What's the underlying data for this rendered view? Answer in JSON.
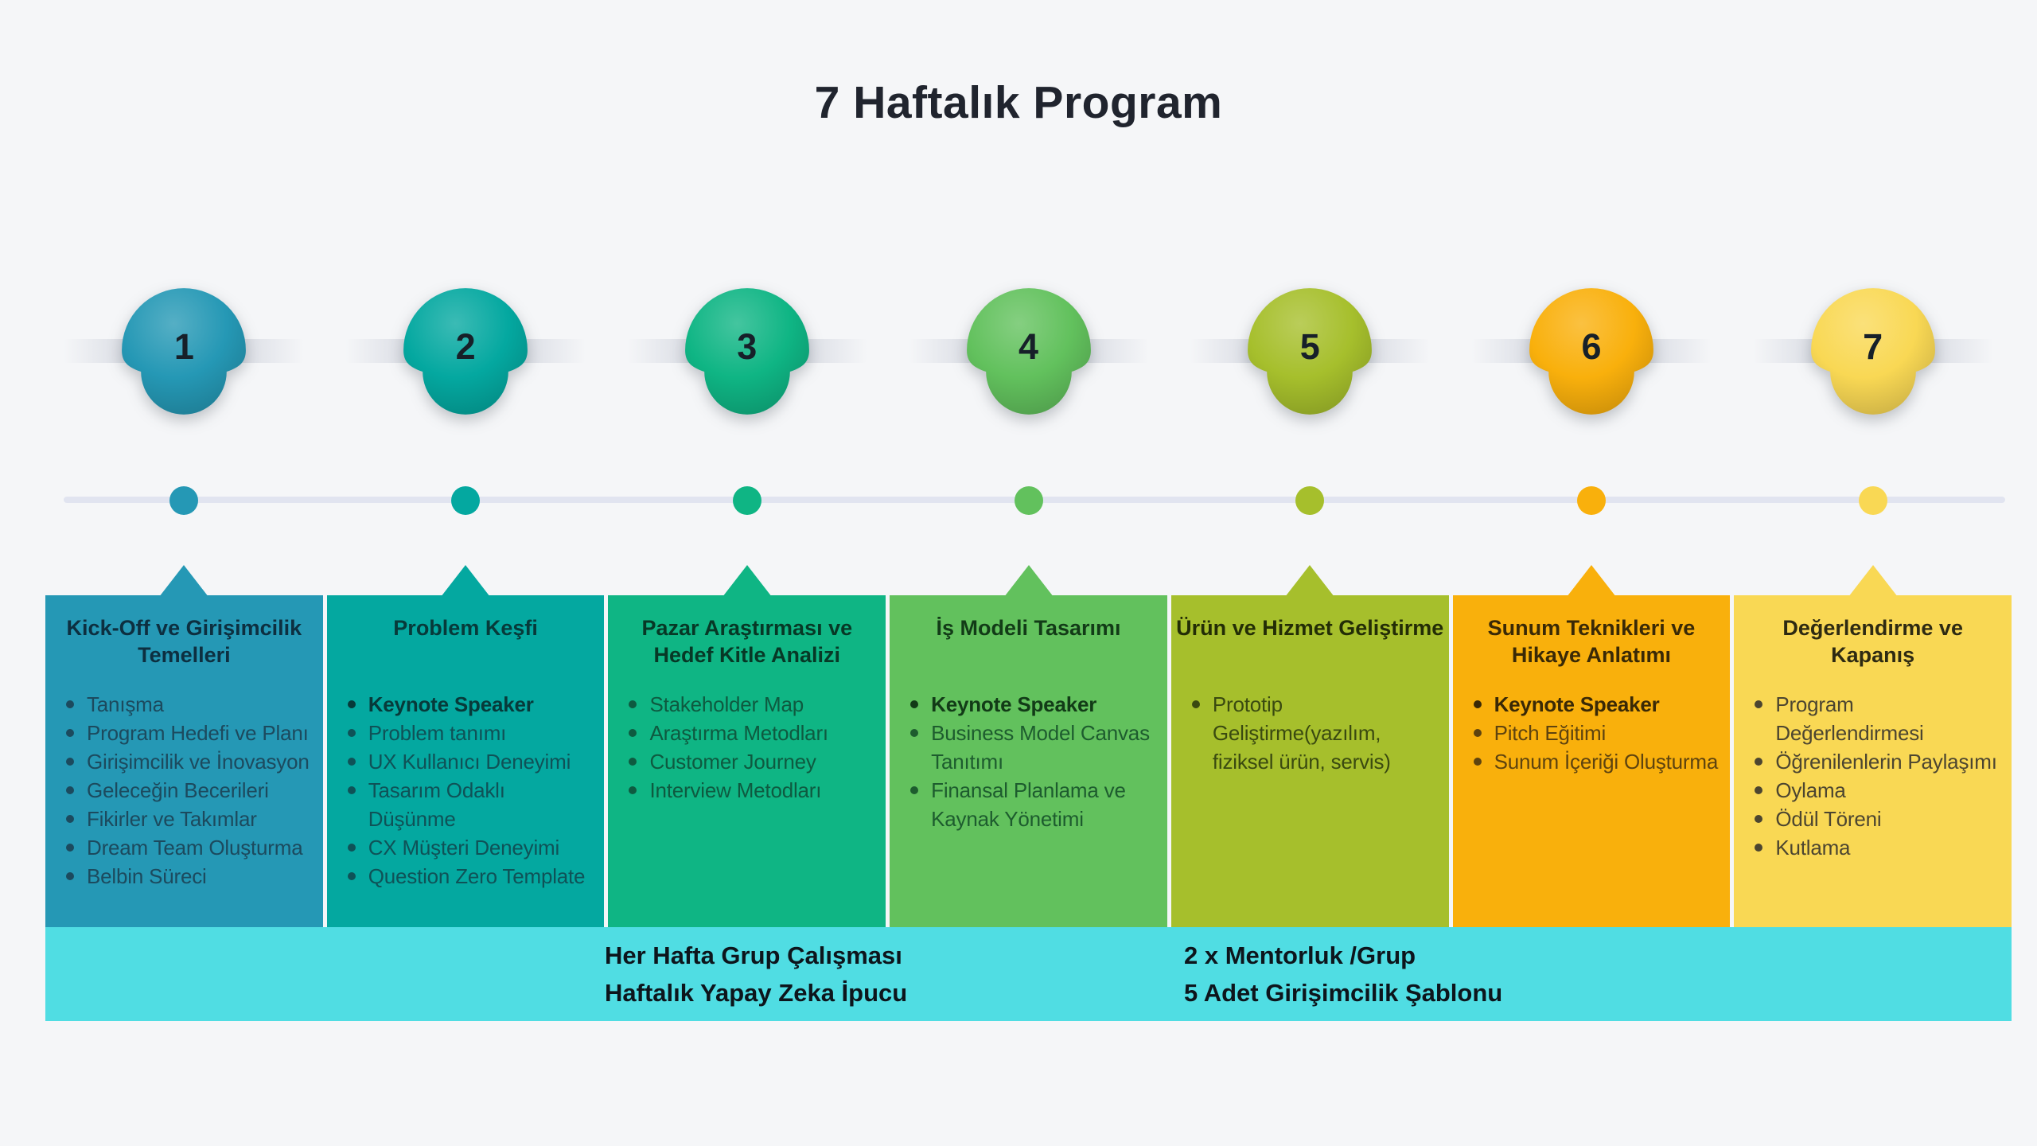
{
  "title": "7 Haftalık Program",
  "background": "#f5f6f8",
  "timeline": {
    "line_color": "#e1e4f0"
  },
  "weeks": [
    {
      "number": "1",
      "color": "#2598b5",
      "heading_color": "#0d2f40",
      "item_color": "#1c4a5e",
      "title": "Kick-Off ve Girişimcilik Temelleri",
      "items": [
        {
          "text": "Tanışma",
          "bold": false
        },
        {
          "text": "Program Hedefi ve Planı",
          "bold": false
        },
        {
          "text": "Girişimcilik ve İnovasyon",
          "bold": false
        },
        {
          "text": "Geleceğin Becerileri",
          "bold": false
        },
        {
          "text": "Fikirler ve Takımlar",
          "bold": false
        },
        {
          "text": "Dream Team Oluşturma",
          "bold": false
        },
        {
          "text": "Belbin Süreci",
          "bold": false
        }
      ]
    },
    {
      "number": "2",
      "color": "#04a8a0",
      "heading_color": "#073a3a",
      "item_color": "#0f5257",
      "title": "Problem Keşfi",
      "items": [
        {
          "text": "Keynote Speaker",
          "bold": true
        },
        {
          "text": "Problem tanımı",
          "bold": false
        },
        {
          "text": "UX Kullanıcı Deneyimi",
          "bold": false
        },
        {
          "text": "Tasarım Odaklı Düşünme",
          "bold": false
        },
        {
          "text": "CX Müşteri Deneyimi",
          "bold": false
        },
        {
          "text": "Question Zero Template",
          "bold": false
        }
      ]
    },
    {
      "number": "3",
      "color": "#0fb584",
      "heading_color": "#073826",
      "item_color": "#0e5a40",
      "title": "Pazar Araştırması ve Hedef Kitle Analizi",
      "items": [
        {
          "text": "Stakeholder Map",
          "bold": false
        },
        {
          "text": "Araştırma Metodları",
          "bold": false
        },
        {
          "text": "Customer Journey",
          "bold": false
        },
        {
          "text": "Interview Metodları",
          "bold": false
        }
      ]
    },
    {
      "number": "4",
      "color": "#62c15d",
      "heading_color": "#123b17",
      "item_color": "#1d5c2e",
      "title": "İş Modeli Tasarımı",
      "items": [
        {
          "text": "Keynote Speaker",
          "bold": true
        },
        {
          "text": "Business Model Canvas Tanıtımı",
          "bold": false
        },
        {
          "text": "Finansal Planlama ve Kaynak Yönetimi",
          "bold": false
        }
      ]
    },
    {
      "number": "5",
      "color": "#a6bf2c",
      "heading_color": "#232d06",
      "item_color": "#3a4a10",
      "title": "Ürün ve Hizmet Geliştirme",
      "items": [
        {
          "text": "Prototip Geliştirme(yazılım, fiziksel ürün, servis)",
          "bold": false
        }
      ]
    },
    {
      "number": "6",
      "color": "#f9b00c",
      "heading_color": "#3a2906",
      "item_color": "#5e430f",
      "title": "Sunum Teknikleri ve Hikaye Anlatımı",
      "items": [
        {
          "text": "Keynote Speaker",
          "bold": true
        },
        {
          "text": "Pitch Eğitimi",
          "bold": false
        },
        {
          "text": "Sunum İçeriği Oluşturma",
          "bold": false
        }
      ]
    },
    {
      "number": "7",
      "color": "#f9d854",
      "heading_color": "#2e2a12",
      "item_color": "#4c4530",
      "title": "Değerlendirme ve Kapanış",
      "items": [
        {
          "text": "Program Değerlendirmesi",
          "bold": false
        },
        {
          "text": "Öğrenilenlerin Paylaşımı",
          "bold": false
        },
        {
          "text": "Oylama",
          "bold": false
        },
        {
          "text": "Ödül Töreni",
          "bold": false
        },
        {
          "text": "Kutlama",
          "bold": false
        }
      ]
    }
  ],
  "footer": {
    "bg": "#50dde3",
    "left_lines": [
      "Her Hafta Grup Çalışması",
      "Haftalık Yapay Zeka İpucu"
    ],
    "right_lines": [
      "2 x Mentorluk /Grup",
      "5 Adet Girişimcilik Şablonu"
    ]
  }
}
